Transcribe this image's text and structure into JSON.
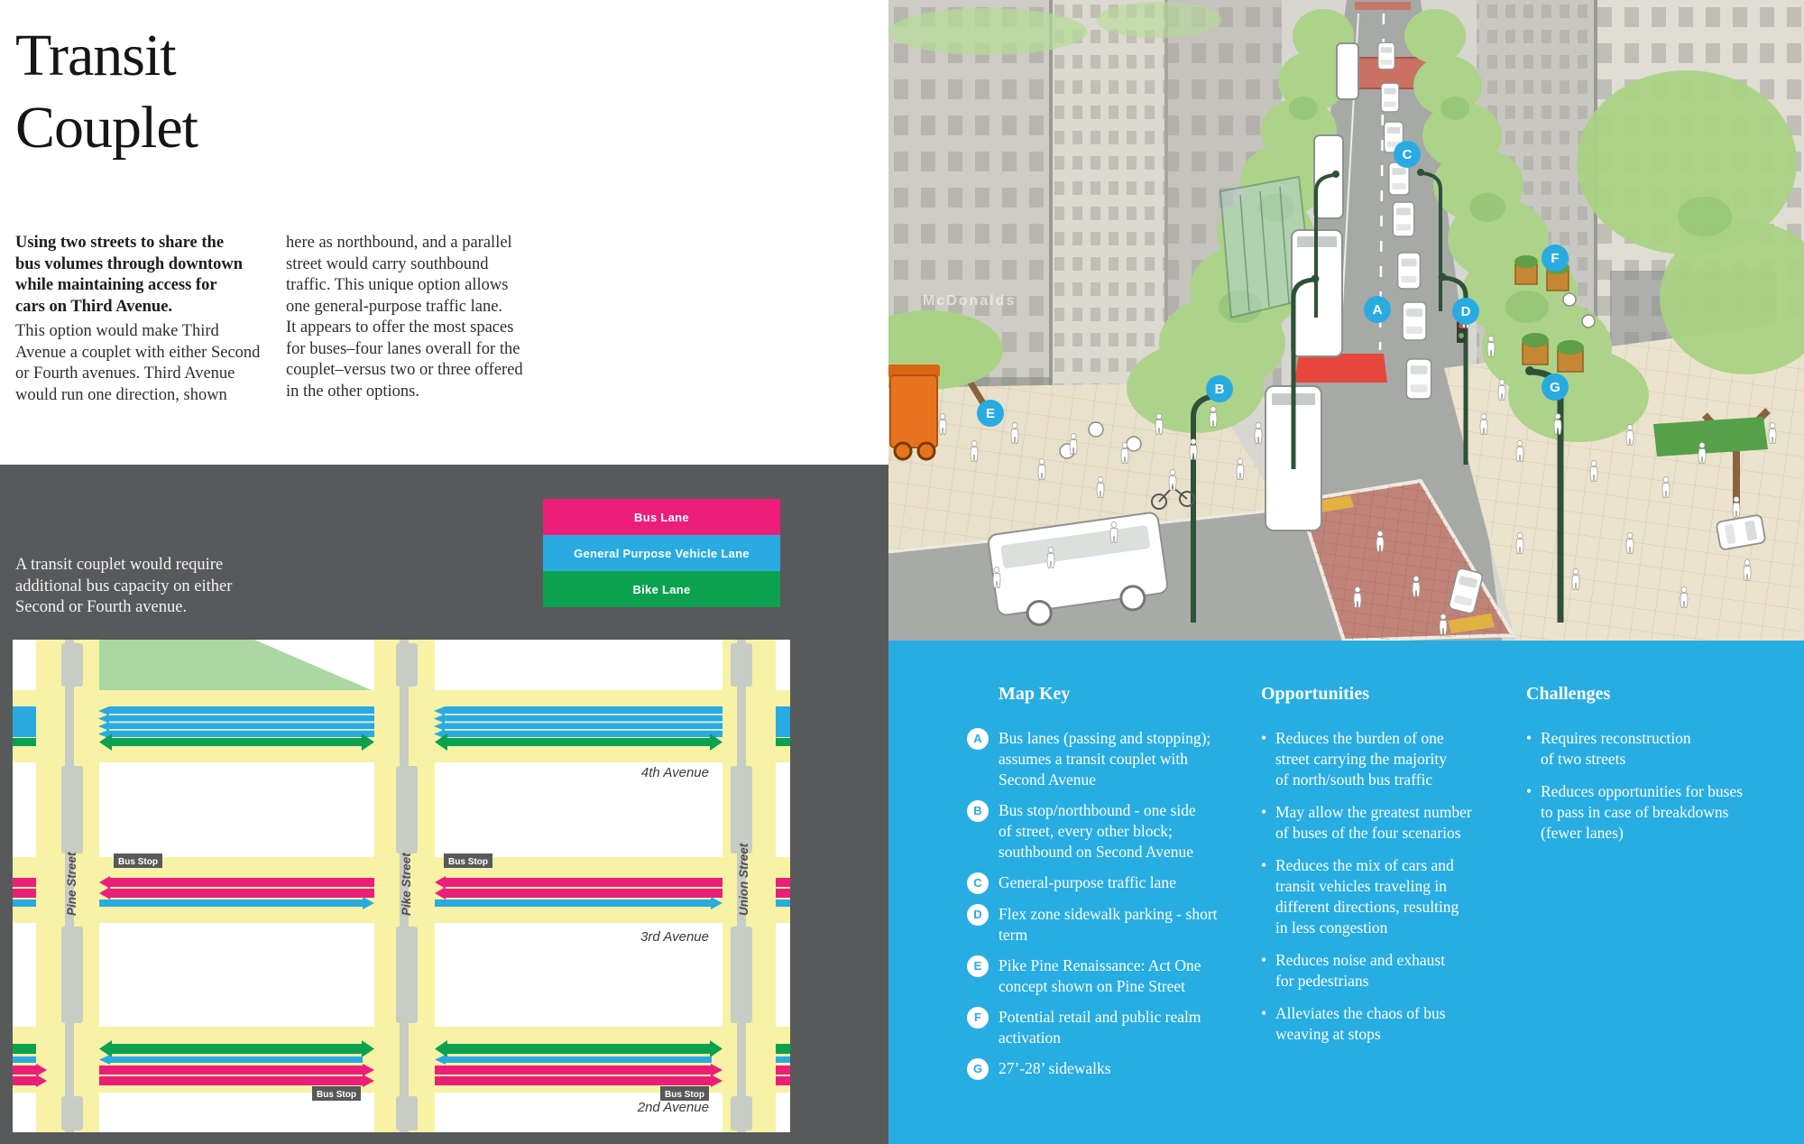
{
  "page": {
    "title": "Transit\nCouplet",
    "intro_bold": "Using two streets to share the\nbus volumes through downtown\nwhile maintaining access for\ncars on Third Avenue.",
    "col1": "This option would make Third\nAvenue a couplet with either Second\nor Fourth avenues. Third Avenue\nwould run one direction, shown",
    "col2": "here as northbound, and a parallel\nstreet would carry southbound\ntraffic. This unique option allows\none general-purpose traffic lane.\nIt appears to offer the most spaces\nfor buses–four lanes overall for the\ncouplet–versus two or three offered\nin the other options."
  },
  "gray_panel": {
    "background": "#58595B",
    "note": "A transit couplet would require\nadditional bus capacity on either\nSecond or Fourth avenue.",
    "legend": [
      {
        "label": "Bus Lane",
        "color": "#EC1E79"
      },
      {
        "label": "General Purpose Vehicle Lane",
        "color": "#29ABE2"
      },
      {
        "label": "Bike Lane",
        "color": "#0CA14E"
      }
    ]
  },
  "map": {
    "avenue_labels": [
      "4th Avenue",
      "3rd Avenue",
      "2nd Avenue"
    ],
    "street_labels": [
      "Pine Street",
      "Pike Street",
      "Union Street"
    ],
    "bus_stop_label": "Bus Stop",
    "colors": {
      "road_yellow": "#F7F2A6",
      "median_gray": "#C7CDC5",
      "park_green": "#ABD7A3",
      "bus_lane_pink": "#EC1E79",
      "vehicle_lane_blue": "#29ABE2",
      "bike_lane_green": "#0CA14E"
    }
  },
  "illustration": {
    "sign_text": "McDonalds",
    "marker_color": "#29ABE2",
    "markers": [
      {
        "letter": "A"
      },
      {
        "letter": "B"
      },
      {
        "letter": "C"
      },
      {
        "letter": "D"
      },
      {
        "letter": "E"
      },
      {
        "letter": "F"
      },
      {
        "letter": "G"
      }
    ]
  },
  "key_panel": {
    "background": "#28ADE3",
    "map_key": {
      "title": "Map Key",
      "items": [
        {
          "letter": "A",
          "text": "Bus lanes (passing and stopping);\nassumes a transit couplet with\nSecond Avenue"
        },
        {
          "letter": "B",
          "text": "Bus stop/northbound - one side\nof street, every other block;\nsouthbound on Second Avenue"
        },
        {
          "letter": "C",
          "text": "General-purpose traffic lane"
        },
        {
          "letter": "D",
          "text": "Flex zone sidewalk parking - short\nterm"
        },
        {
          "letter": "E",
          "text": "Pike Pine Renaissance: Act One\nconcept shown on Pine Street"
        },
        {
          "letter": "F",
          "text": "Potential retail and public realm\nactivation"
        },
        {
          "letter": "G",
          "text": "27’-28’ sidewalks"
        }
      ]
    },
    "opportunities": {
      "title": "Opportunities",
      "items": [
        "Reduces the burden of one\nstreet carrying the majority\nof north/south bus traffic",
        "May allow the greatest number\nof buses of the four scenarios",
        "Reduces the mix of cars and\ntransit vehicles traveling in\ndifferent directions, resulting\nin less congestion",
        "Reduces noise and exhaust\nfor pedestrians",
        "Alleviates the chaos of bus\nweaving at stops"
      ]
    },
    "challenges": {
      "title": "Challenges",
      "items": [
        "Requires reconstruction\nof two streets",
        "Reduces opportunities for buses\nto pass in case of breakdowns\n(fewer lanes)"
      ]
    }
  }
}
